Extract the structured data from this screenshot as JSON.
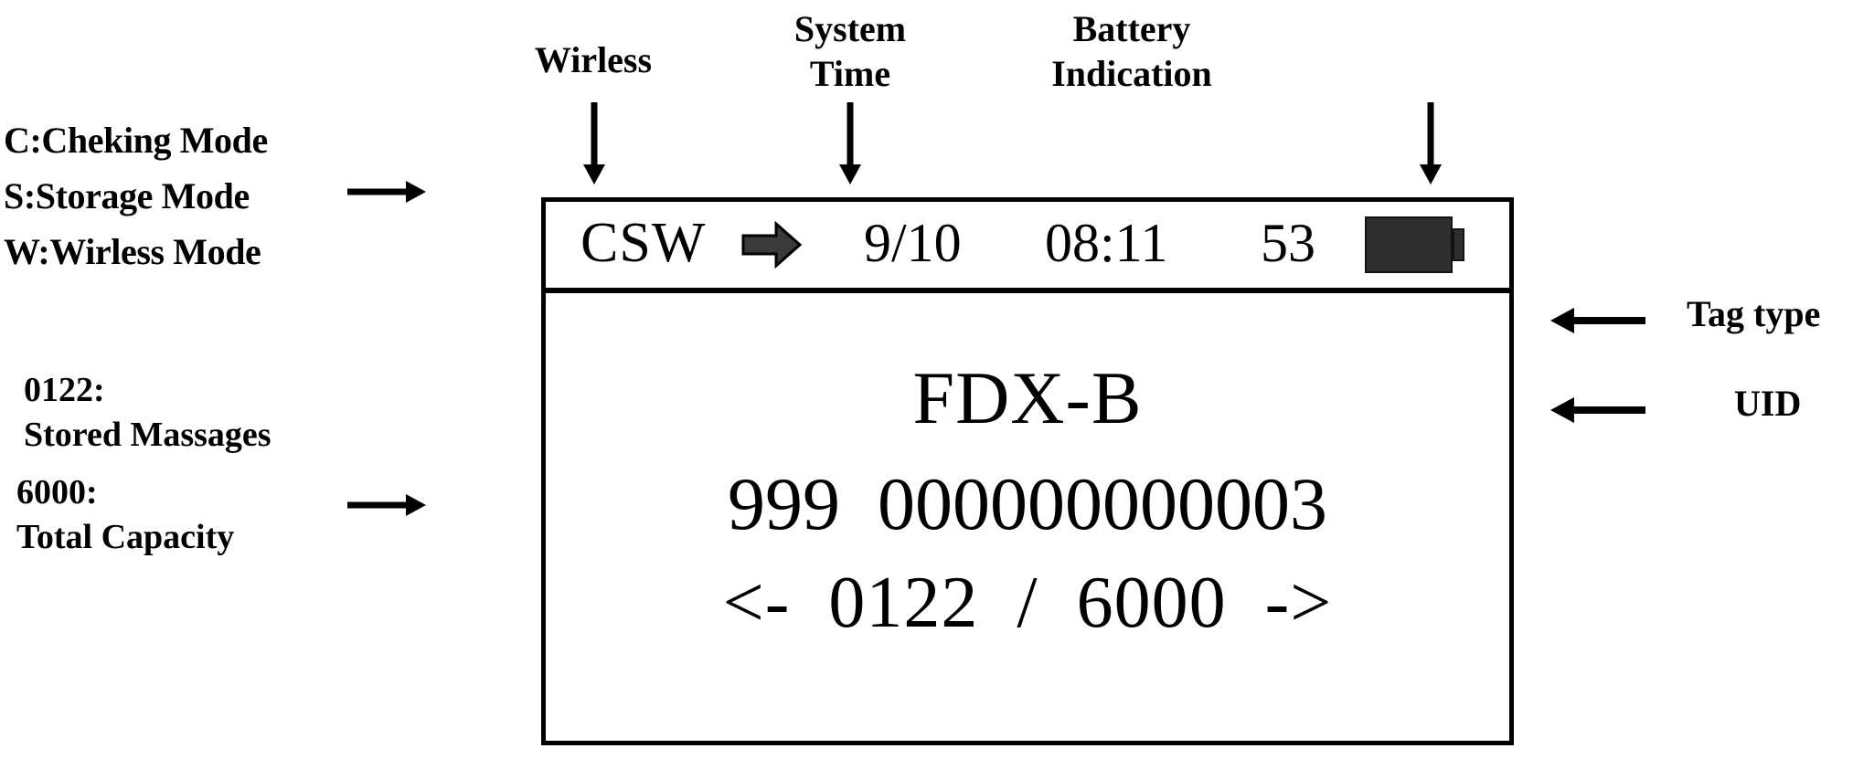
{
  "annotations": {
    "modes": {
      "checking": "C:Cheking Mode",
      "storage": "S:Storage Mode",
      "wireless": "W:Wirless Mode"
    },
    "stored": {
      "value": "0122:",
      "label": "Stored Massages"
    },
    "capacity": {
      "value": "6000:",
      "label": "Total Capacity"
    },
    "top": {
      "wireless": "Wirless",
      "system_time_line1": "System",
      "system_time_line2": "Time",
      "battery_line1": "Battery",
      "battery_line2": "Indication"
    },
    "right": {
      "tag_type": "Tag type",
      "uid": "UID"
    }
  },
  "screen": {
    "status_bar": {
      "mode_flags": "CSW",
      "wireless_icon": "arrow-right-icon",
      "date": "9/10",
      "time": "08:11",
      "battery_percent": "53",
      "battery_icon": "battery-full-icon"
    },
    "display": {
      "tag_type": "FDX-B",
      "uid_prefix": "999",
      "uid_number": "000000000003",
      "uid_full": "999  000000000003",
      "pager": "<-  0122  /  6000  ->",
      "pager_prev": "<-",
      "pager_current": "0122",
      "pager_separator": "/",
      "pager_total": "6000",
      "pager_next": "->"
    }
  },
  "colors": {
    "stroke": "#000000",
    "background": "#ffffff",
    "icon_fill": "#2f2f2f"
  }
}
